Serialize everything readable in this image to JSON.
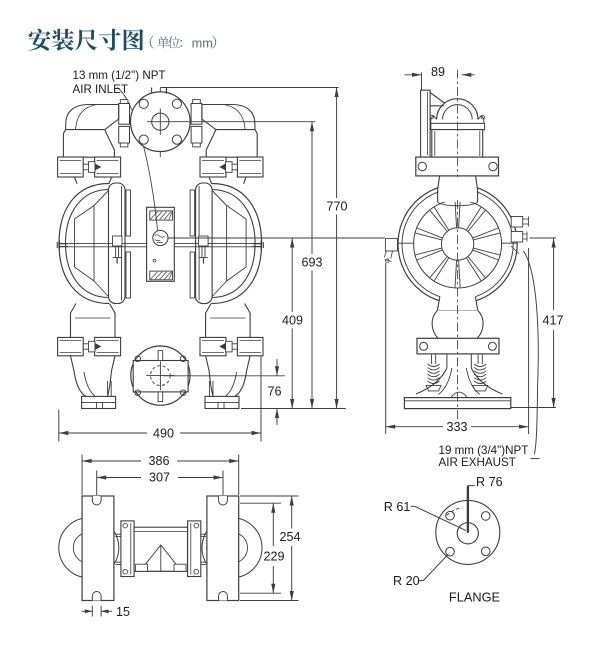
{
  "title_block": {
    "title": "安装尺寸图",
    "unit_note": "（单位：mm）",
    "unit_label": "单位",
    "unit_value": "mm",
    "title_color": "#1f4a68",
    "unit_color": "#5a6e7e"
  },
  "front_view": {
    "air_inlet_line1": "13 mm (1/2\") NPT",
    "air_inlet_line2": "AIR INLET",
    "dims": {
      "overall_height": "770",
      "inlet_height": "693",
      "center_height": "409",
      "discharge_height": "76",
      "overall_width": "490"
    }
  },
  "side_view": {
    "air_exhaust_line1": "19 mm (3/4\")NPT",
    "air_exhaust_line2": "AIR EXHAUST",
    "dims": {
      "bracket_offset": "89",
      "center_to_base": "417",
      "base_width": "333"
    }
  },
  "bottom_view": {
    "dims": {
      "overall_width": "386",
      "slot_spacing_h": "307",
      "plate_height": "254",
      "slot_spacing_v": "229",
      "slot_width": "15"
    }
  },
  "flange_detail": {
    "label": "FLANGE",
    "radii": {
      "outer": "R 76",
      "bolt_circle": "R 61",
      "bolt_hole": "R 20"
    }
  },
  "drawing": {
    "line_color": "#3d3d3d",
    "background": "#ffffff"
  }
}
